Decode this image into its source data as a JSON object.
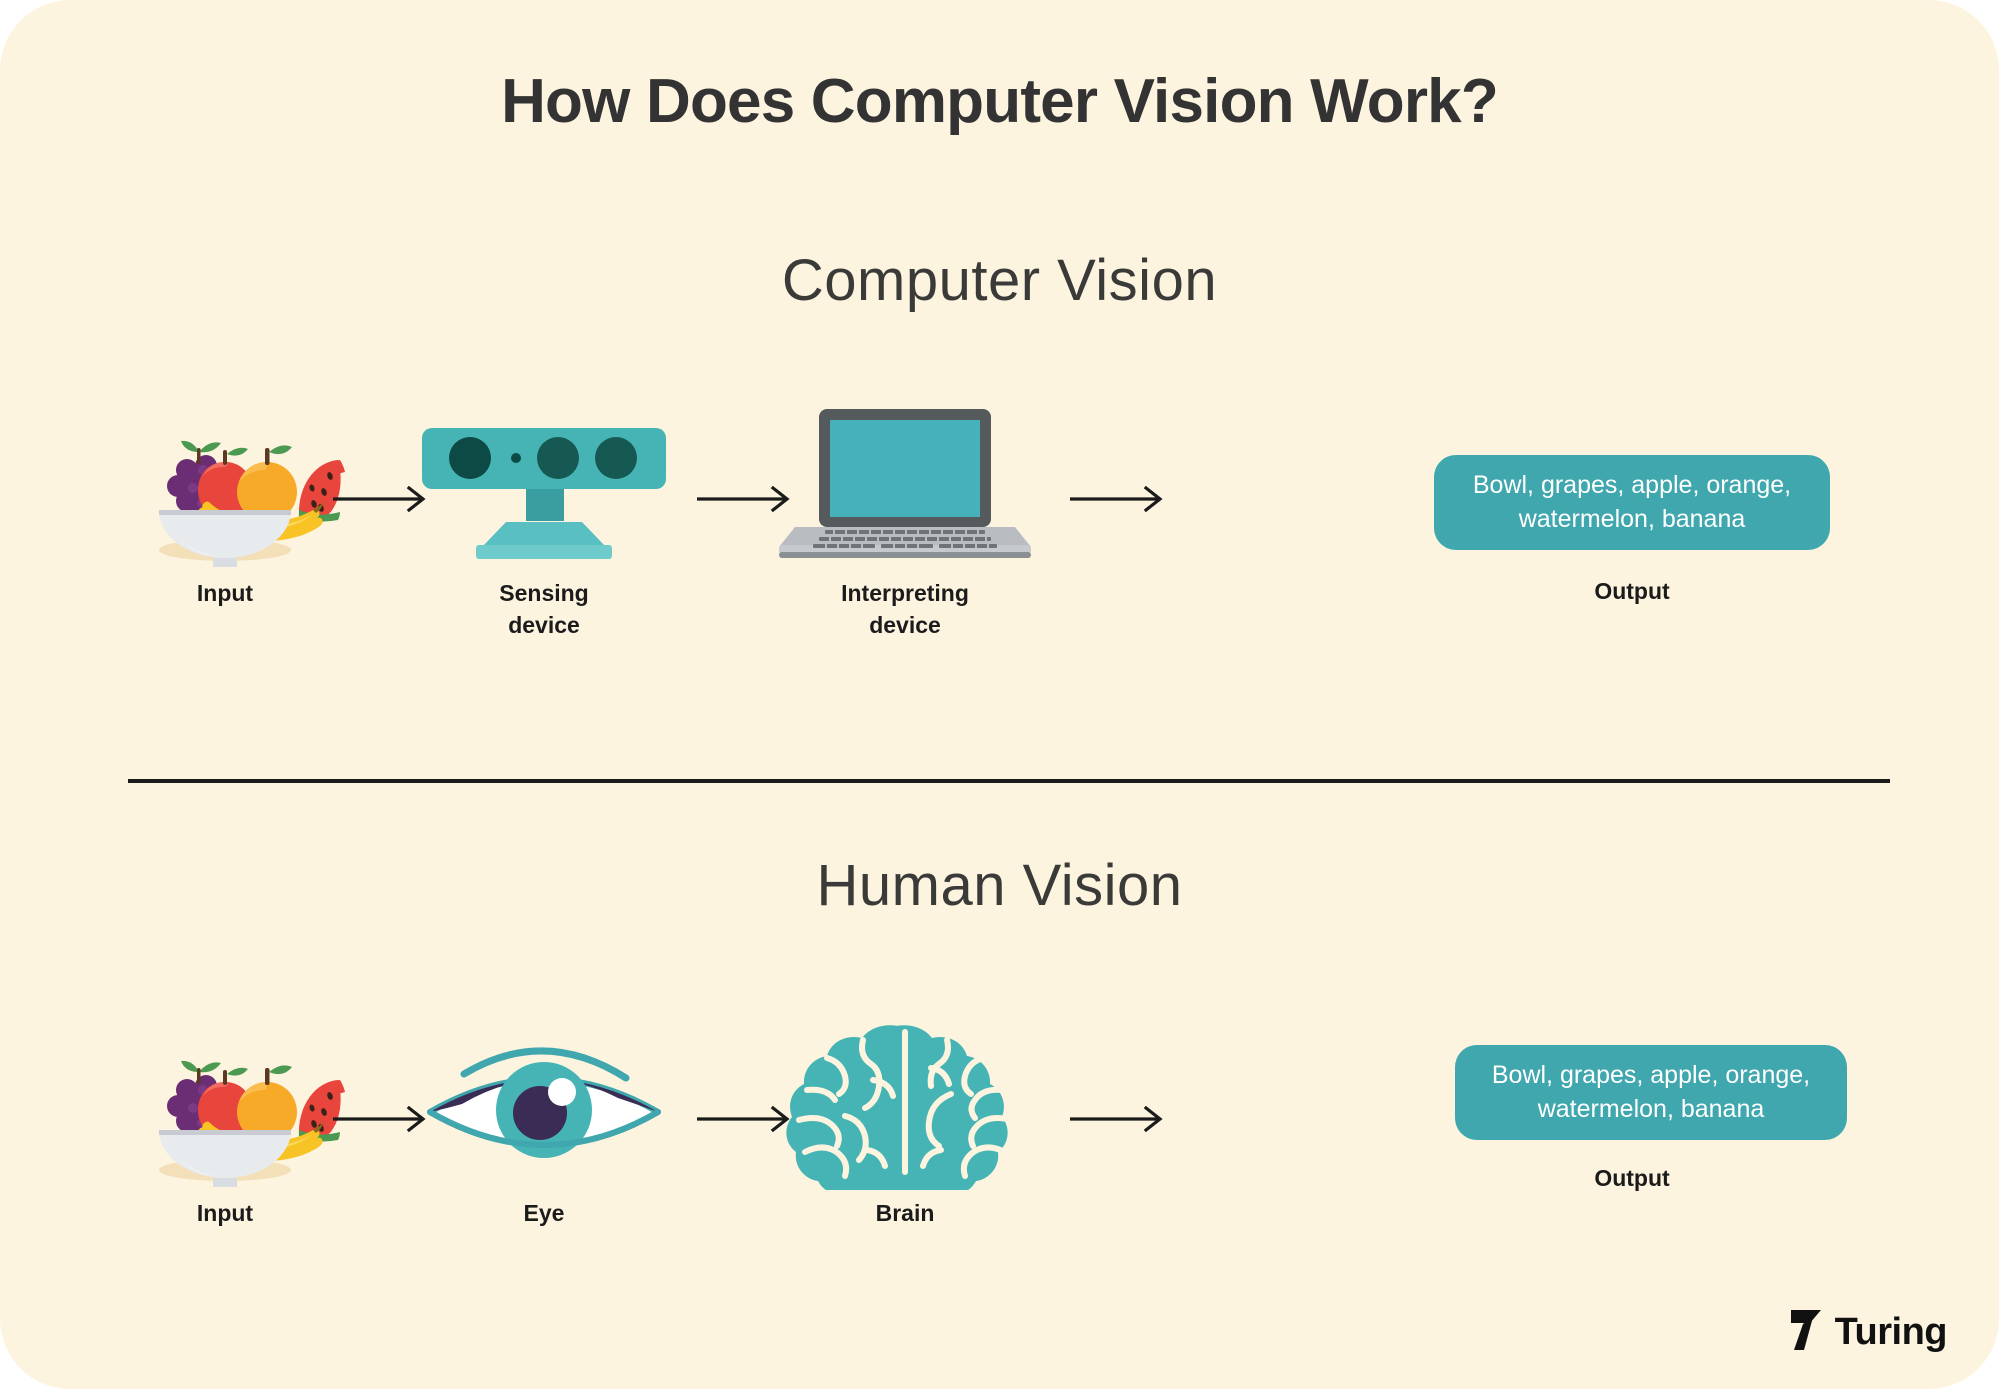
{
  "page": {
    "title": "How Does Computer Vision Work?",
    "background_color": "#FDF4E0",
    "accent_color": "#3FA7AD",
    "text_color": "#1b1b1b"
  },
  "sections": [
    {
      "heading": "Computer Vision",
      "stages": [
        {
          "icon": "fruit-bowl-icon",
          "label": "Input"
        },
        {
          "icon": "sensor-camera-icon",
          "label": "Sensing\ndevice"
        },
        {
          "icon": "laptop-icon",
          "label": "Interpreting\ndevice"
        }
      ],
      "output": {
        "text": "Bowl, grapes, apple, orange, watermelon, banana",
        "label": "Output"
      }
    },
    {
      "heading": "Human Vision",
      "stages": [
        {
          "icon": "fruit-bowl-icon",
          "label": "Input"
        },
        {
          "icon": "eye-icon",
          "label": "Eye"
        },
        {
          "icon": "brain-icon",
          "label": "Brain"
        }
      ],
      "output": {
        "text": "Bowl, grapes, apple, orange, watermelon, banana",
        "label": "Output"
      }
    }
  ],
  "arrows": {
    "icon": "arrow-right-icon",
    "count": 6
  },
  "brand": {
    "name": "Turing",
    "mark": "turing-logo-icon"
  }
}
